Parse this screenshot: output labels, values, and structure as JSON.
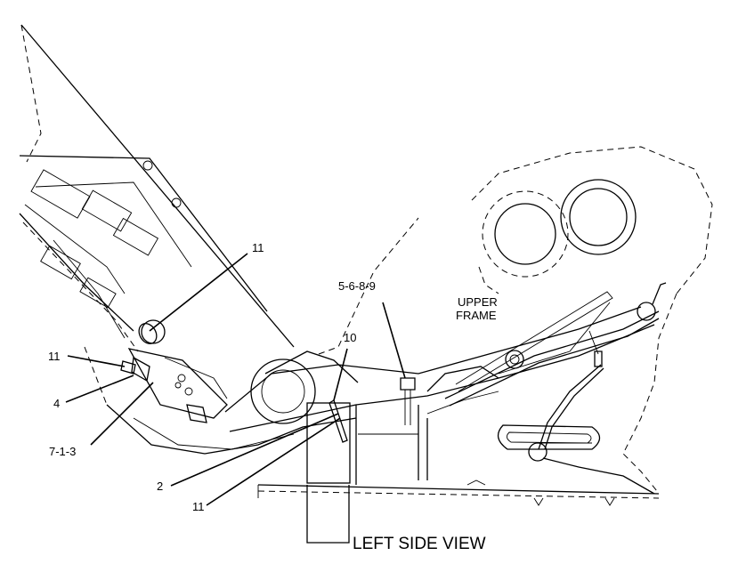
{
  "view_title": "LEFT SIDE VIEW",
  "frame_label_line1": "UPPER",
  "frame_label_line2": "FRAME",
  "callouts": {
    "c11_top": "11",
    "c11_left": "11",
    "c4": "4",
    "c713": "7-1-3",
    "c5689": "5-6-8-9",
    "c10": "10",
    "c2": "2",
    "c11_bottom": "11"
  }
}
